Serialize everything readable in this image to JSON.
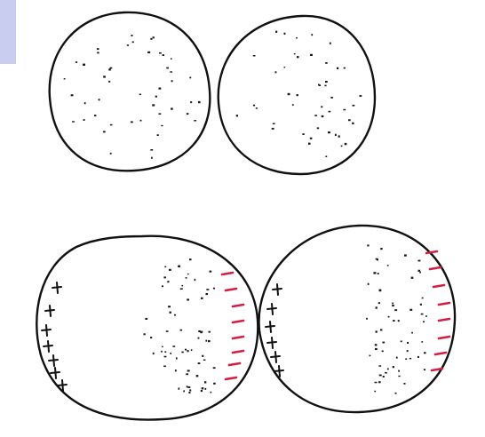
{
  "charge_labels": {
    "positive": "+",
    "negative": "−"
  },
  "colors": {
    "outline": "#111111",
    "positive": "#111111",
    "negative": "#d12045",
    "dots": "#1a1a1a",
    "corner_tab": "#c9cdf0"
  },
  "figure": {
    "panels": [
      {
        "id": "neutral-left",
        "state": "uniform",
        "positive_marks": 0,
        "negative_marks": 0
      },
      {
        "id": "neutral-right",
        "state": "uniform",
        "positive_marks": 0,
        "negative_marks": 0
      },
      {
        "id": "polarized-left",
        "state": "polarized",
        "positive_marks": 7,
        "negative_marks": 8
      },
      {
        "id": "polarized-right",
        "state": "polarized",
        "positive_marks": 6,
        "negative_marks": 8
      }
    ]
  }
}
